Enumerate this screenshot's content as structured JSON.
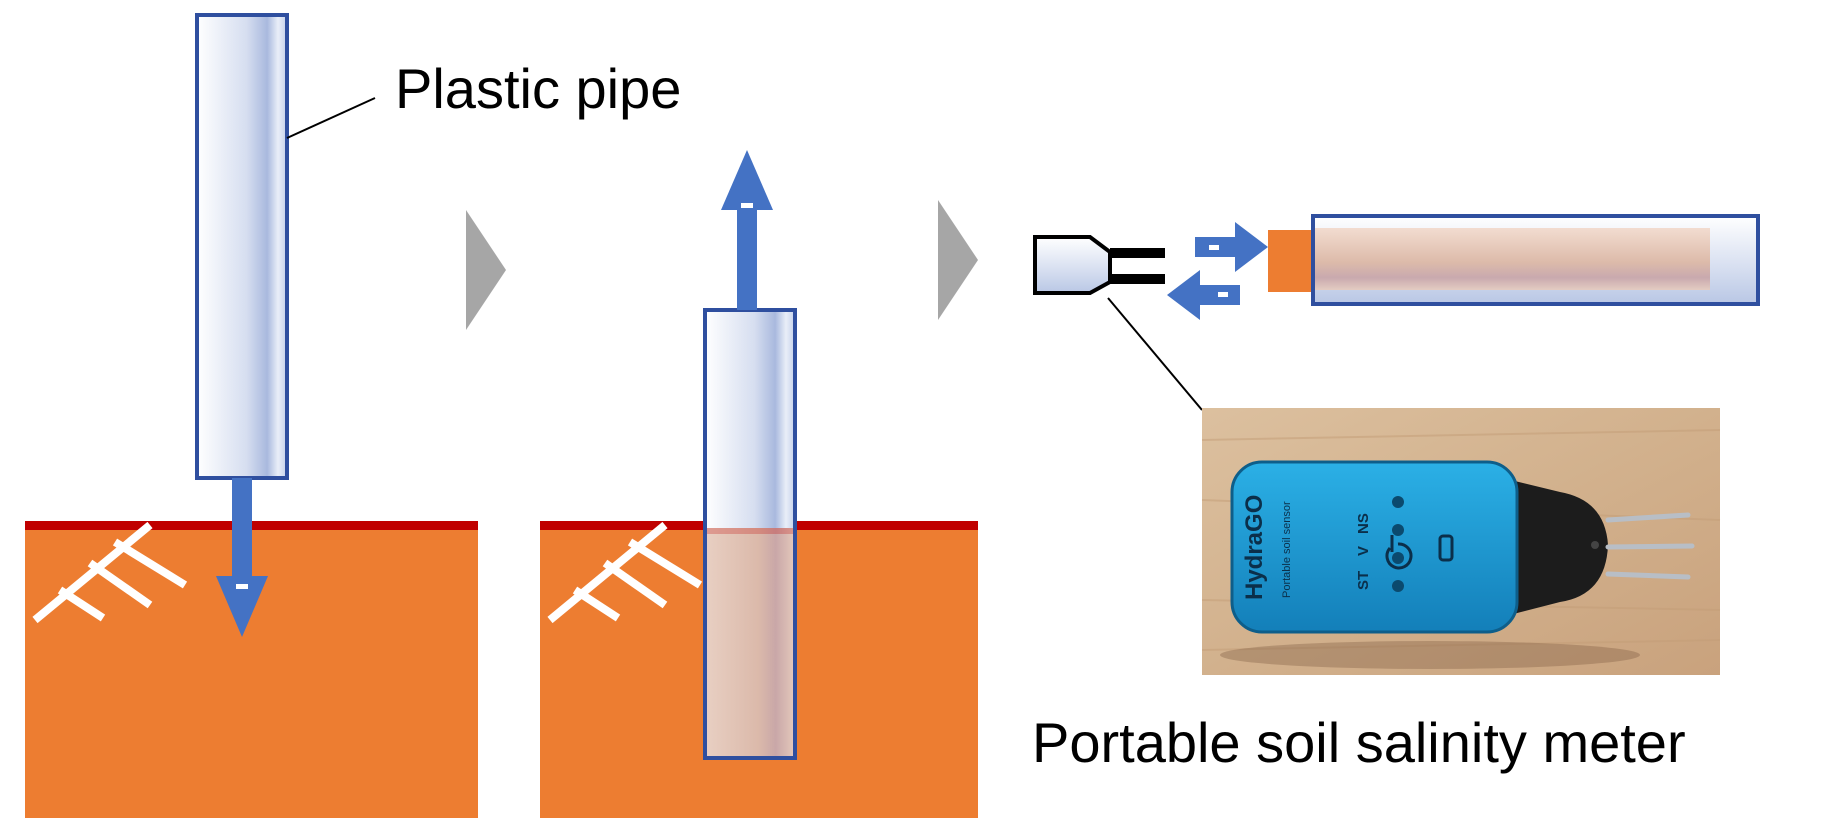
{
  "labels": {
    "pipe": "Plastic pipe",
    "meter": "Portable soil salinity meter"
  },
  "device": {
    "brand_text": "HydraGO",
    "subtitle_text": "Portable soil sensor",
    "indicator_labels": [
      "ST",
      "V",
      "NS"
    ]
  },
  "colors": {
    "soil": "#ED7D31",
    "surface_line": "#C00000",
    "pipe_outline": "#2F4F9F",
    "arrow": "#4472C4",
    "chevron": "#A6A6A6",
    "device_body": "#1E9ED8",
    "device_head": "#1A1A1A",
    "wood": "#D7B896"
  },
  "icons": [
    "down-arrow-icon",
    "up-arrow-icon",
    "chevron-right-icon",
    "exchange-arrows-icon",
    "power-icon",
    "usb-port-icon"
  ]
}
